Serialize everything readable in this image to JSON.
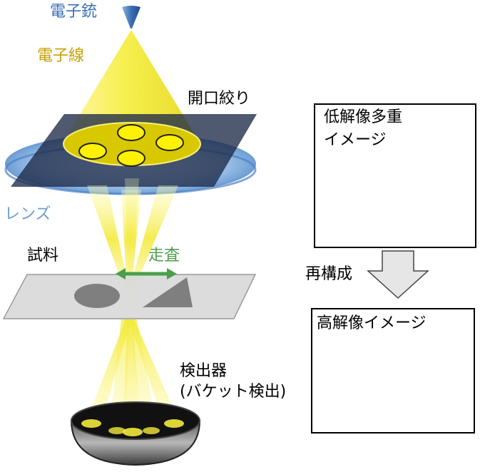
{
  "labels": {
    "electron_gun": "電子銃",
    "electron_beam": "電子線",
    "aperture": "開口絞り",
    "lens": "レンズ",
    "sample": "試料",
    "scan": "走査",
    "detector_line1": "検出器",
    "detector_line2": "(バケット検出)",
    "reconstruction": "再構成"
  },
  "low_res_box": {
    "title_line1": "低解像多重",
    "title_line2": "イメージ"
  },
  "high_res_box": {
    "title": "高解像イメージ"
  },
  "colors": {
    "gun_blue": "#3b6fb5",
    "beam_yellow": "#f3ea3c",
    "beam_label": "#c8a000",
    "lens_label": "#6e9fd0",
    "scan_green": "#4aa04a",
    "shape_gray": "#7f7f7f"
  }
}
